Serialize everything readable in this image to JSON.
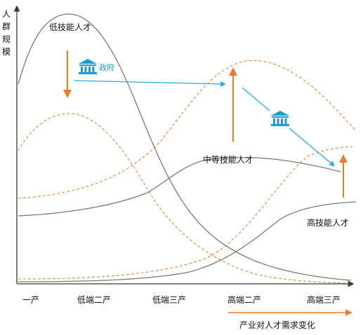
{
  "y_axis_label": [
    "人",
    "群",
    "规",
    "模"
  ],
  "x_axis_categories": [
    "一产",
    "低端二产",
    "低端三产",
    "高端二产",
    "高端三产"
  ],
  "x_axis_arrow_label": "产业对人才需求变化",
  "curves": {
    "low_skill_label": "低技能人才",
    "mid_skill_label": "中等技能人才",
    "high_skill_label": "高技能人才"
  },
  "government": {
    "label": "政府",
    "icon": "government-building-icon"
  },
  "colors": {
    "axis": "#3a3a3a",
    "curve": "#7a7a7a",
    "dashed": "#e8833a",
    "orange_arrow": "#ea7a2c",
    "blue_arrow": "#27a9e1",
    "gov_icon": "#1f9ad6"
  }
}
